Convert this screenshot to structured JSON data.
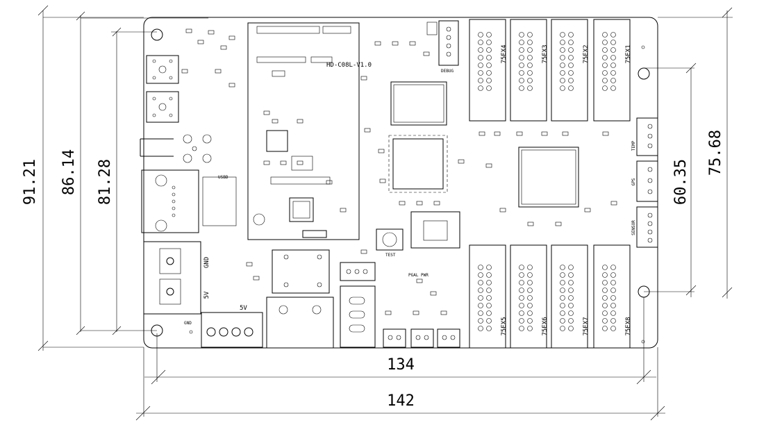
{
  "dimensions": {
    "top_left_v1": "91.21",
    "top_left_v2": "86.14",
    "top_left_v3": "81.28",
    "bottom_h1": "134",
    "bottom_h2": "142",
    "right_v1": "60.35",
    "right_v2": "75.68"
  },
  "board": {
    "model": "HD-C08L-V1.0",
    "gnd_left": "GND",
    "five_v_left": "5V",
    "gnd_bottom": "GND",
    "five_v_bottom": "5V",
    "test": "TEST",
    "debug": "DEBUG",
    "usb": "USBD",
    "temp": "TEMP",
    "gps": "GPS",
    "sensor": "SENSOR",
    "power_label": "PGAL PWR",
    "hub_ports_top": [
      "75EX4",
      "75EX3",
      "75EX2",
      "75EX1"
    ],
    "hub_ports_bottom": [
      "75EX5",
      "75EX6",
      "75EX7",
      "75EX8"
    ]
  }
}
